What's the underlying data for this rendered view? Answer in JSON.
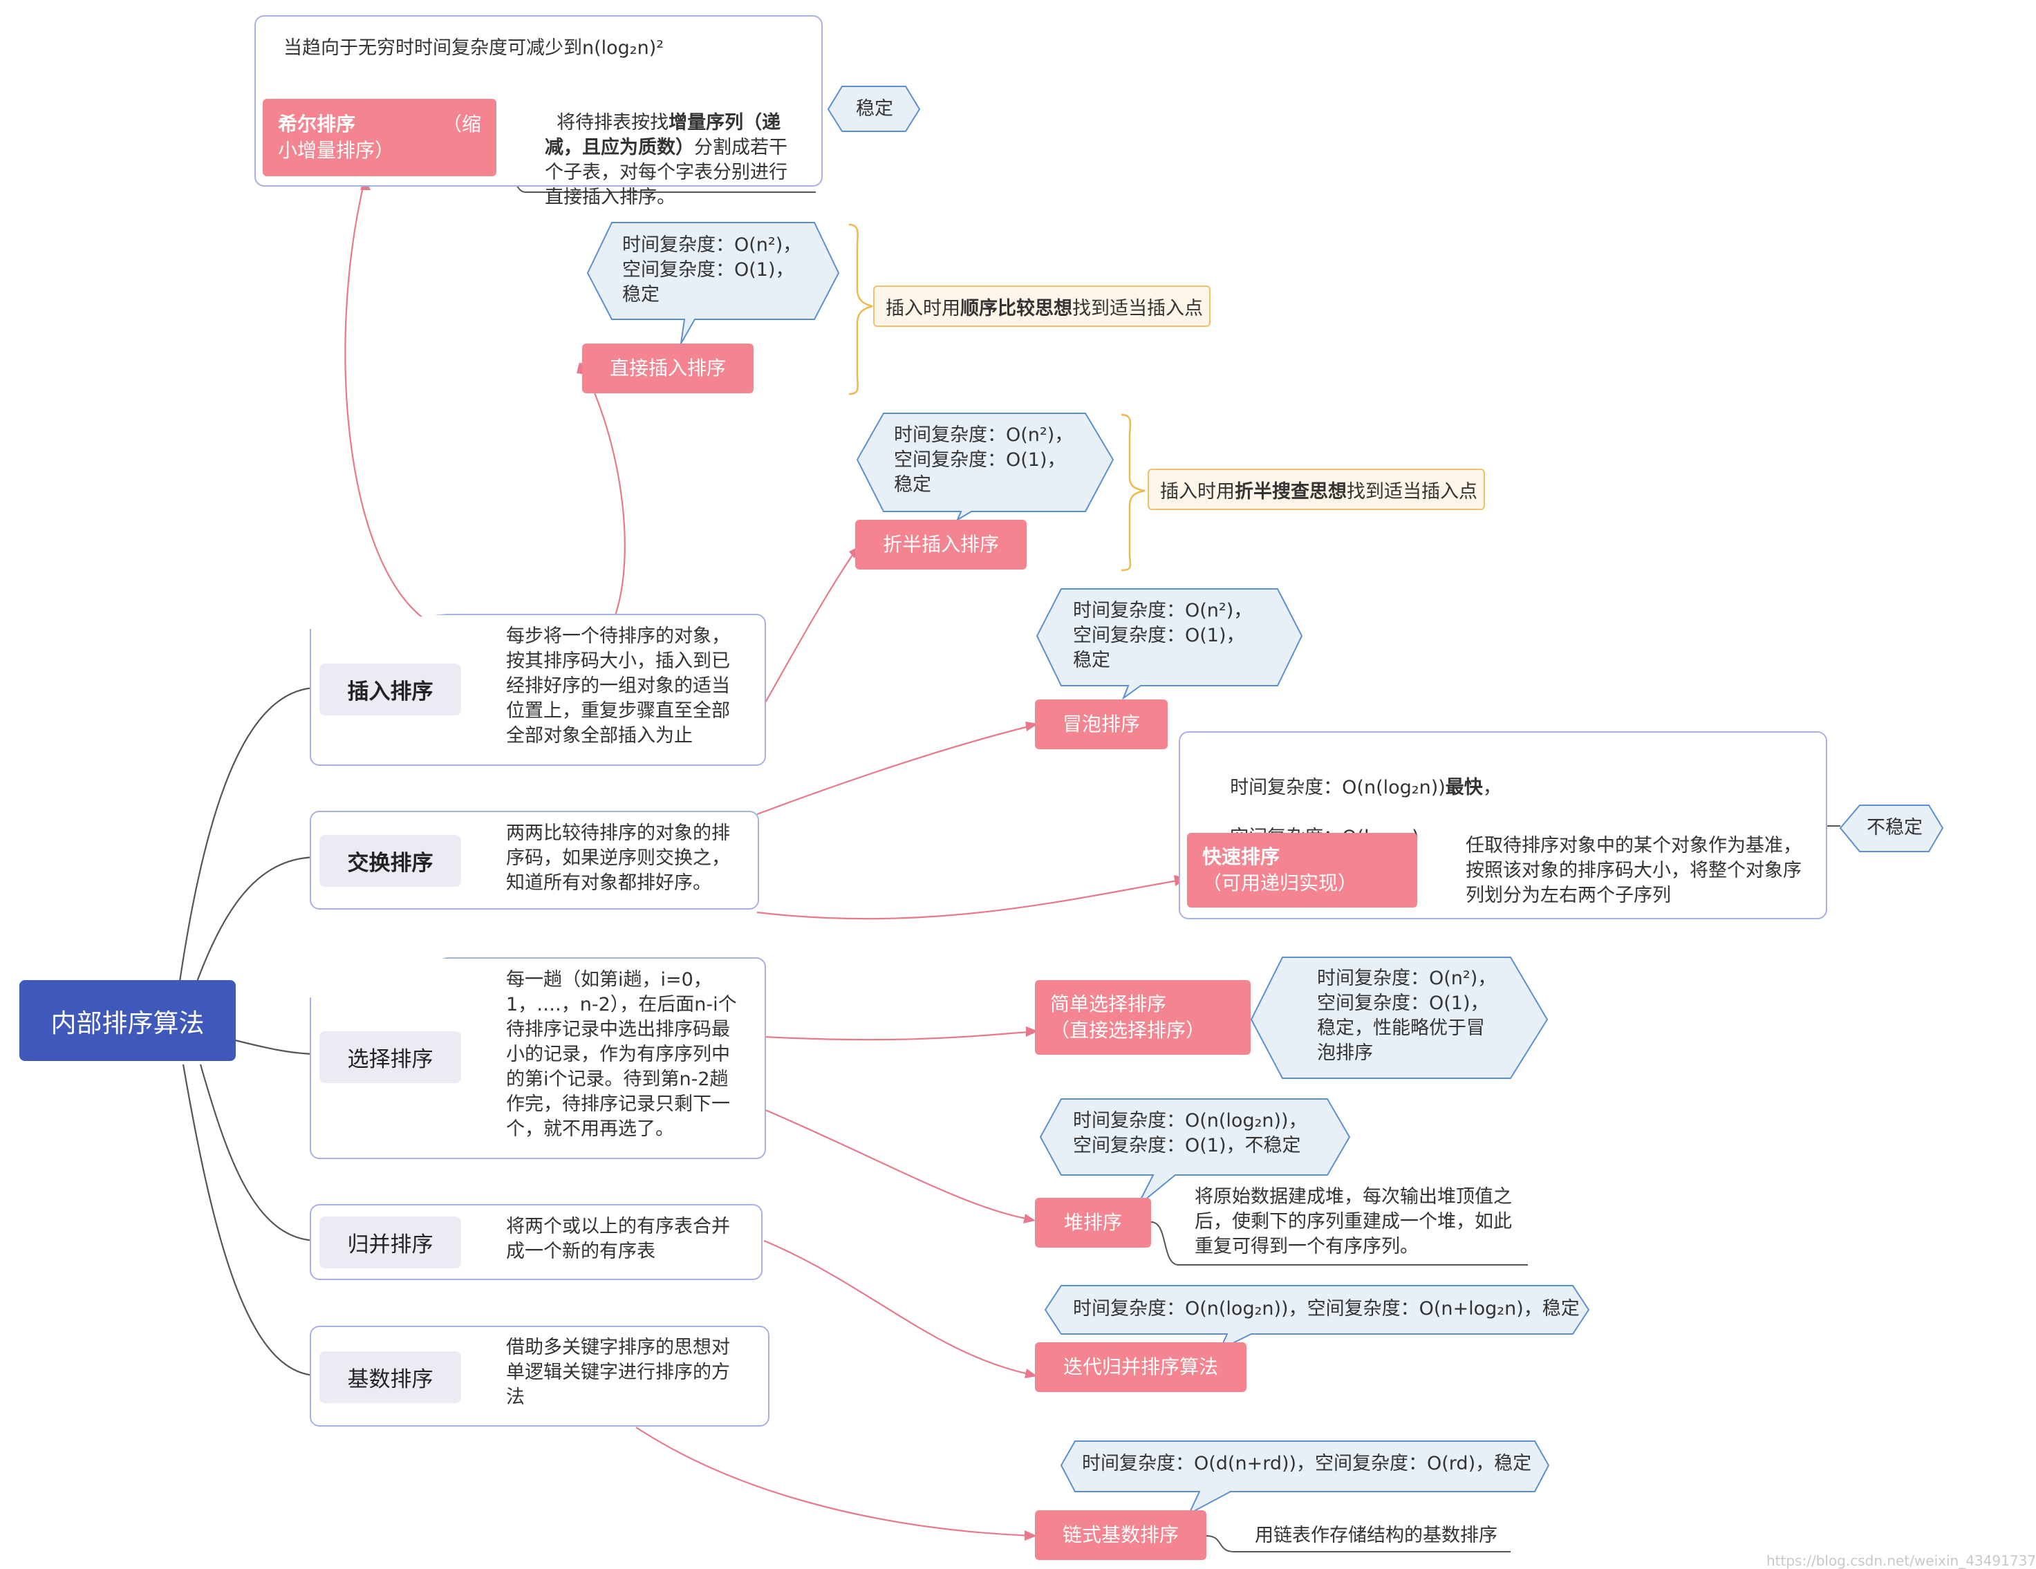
{
  "root": {
    "label": "内部排序算法"
  },
  "categories": {
    "insertion": {
      "label": "插入排序",
      "desc": "每步将一个待排序的对象，\n按其排序码大小，插入到已\n经排好序的一组对象的适当\n位置上，重复步骤直至全部\n全部对象全部插入为止"
    },
    "exchange": {
      "label": "交换排序",
      "desc": "两两比较待排序的对象的排\n序码，如果逆序则交换之，\n知道所有对象都排好序。"
    },
    "selection": {
      "label": "选择排序",
      "desc": "每一趟（如第i趟，i=0，\n1，….，n-2），在后面n-i个\n待排序记录中选出排序码最\n小的记录，作为有序序列中\n的第i个记录。待到第n-2趟\n作完，待排序记录只剩下一\n个，就不用再选了。"
    },
    "merge": {
      "label": "归并排序",
      "desc": "将两个或以上的有序表合并\n成一个新的有序表"
    },
    "radix": {
      "label": "基数排序",
      "desc": "借助多关键字排序的思想对\n单逻辑关键字进行排序的方\n法"
    }
  },
  "shell": {
    "title": "希尔排序",
    "title_suffix": "（缩",
    "subtitle": "小增量排序）",
    "complexity": "当趋向于无穷时时间复杂度可减少到n(log₂n)²",
    "desc_pre": "将待排表按找",
    "desc_bold": "增量序列（递\n减，且应为质数）",
    "desc_post": "分割成若干\n个子表，对每个字表分别进行\n直接插入排序。",
    "stability": "稳定"
  },
  "direct_insert": {
    "title": "直接插入排序",
    "complexity": "时间复杂度：O(n²)，\n空间复杂度：O(1)，\n稳定",
    "note_pre": "插入时用",
    "note_bold": "顺序比较思想",
    "note_post": "找到适当插入点"
  },
  "binary_insert": {
    "title": "折半插入排序",
    "complexity": "时间复杂度：O(n²)，\n空间复杂度：O(1)，\n稳定",
    "note_pre": "插入时用",
    "note_bold": "折半搜查思想",
    "note_post": "找到适当插入点"
  },
  "bubble": {
    "title": "冒泡排序",
    "complexity": "时间复杂度：O(n²)，\n空间复杂度：O(1)，\n稳定"
  },
  "quick": {
    "title": "快速排序",
    "subtitle": "（可用递归实现）",
    "complexity_line1_pre": "时间复杂度：O(n(log₂n))",
    "complexity_line1_bold": "最快",
    "complexity_line1_post": "，",
    "complexity_line2": "空间复杂度：O(log₂n)",
    "desc": "任取待排序对象中的某个对象作为基准，\n按照该对象的排序码大小，将整个对象序\n列划分为左右两个子序列",
    "stability": "不稳定"
  },
  "simple_select": {
    "title": "简单选择排序",
    "subtitle": "（直接选择排序）",
    "complexity": "时间复杂度：O(n²)，\n空间复杂度：O(1)，\n稳定，性能略优于冒\n泡排序"
  },
  "heap": {
    "title": "堆排序",
    "complexity": "时间复杂度：O(n(log₂n))，\n空间复杂度：O(1)，不稳定",
    "desc": "将原始数据建成堆，每次输出堆顶值之\n后，使剩下的序列重建成一个堆，如此\n重复可得到一个有序序列。"
  },
  "iter_merge": {
    "title": "迭代归并排序算法",
    "complexity": "时间复杂度：O(n(log₂n))，空间复杂度：O(n+log₂n)，稳定"
  },
  "linked_radix": {
    "title": "链式基数排序",
    "complexity": "时间复杂度：O(d(n+rd))，空间复杂度：O(rd)，稳定",
    "desc": "用链表作存储结构的基数排序"
  },
  "watermark": "https://blog.csdn.net/weixin_43491737",
  "colors": {
    "root": "#3f59ba",
    "pink": "#f4848f",
    "hex_fill": "#e8f0f7",
    "hex_stroke": "#5b8fd1",
    "container": "#a8b0e2",
    "yellow_fill": "#fdf6e8",
    "yellow_stroke": "#f0c06a",
    "link_pink": "#e8798a",
    "link_gray": "#555555"
  }
}
